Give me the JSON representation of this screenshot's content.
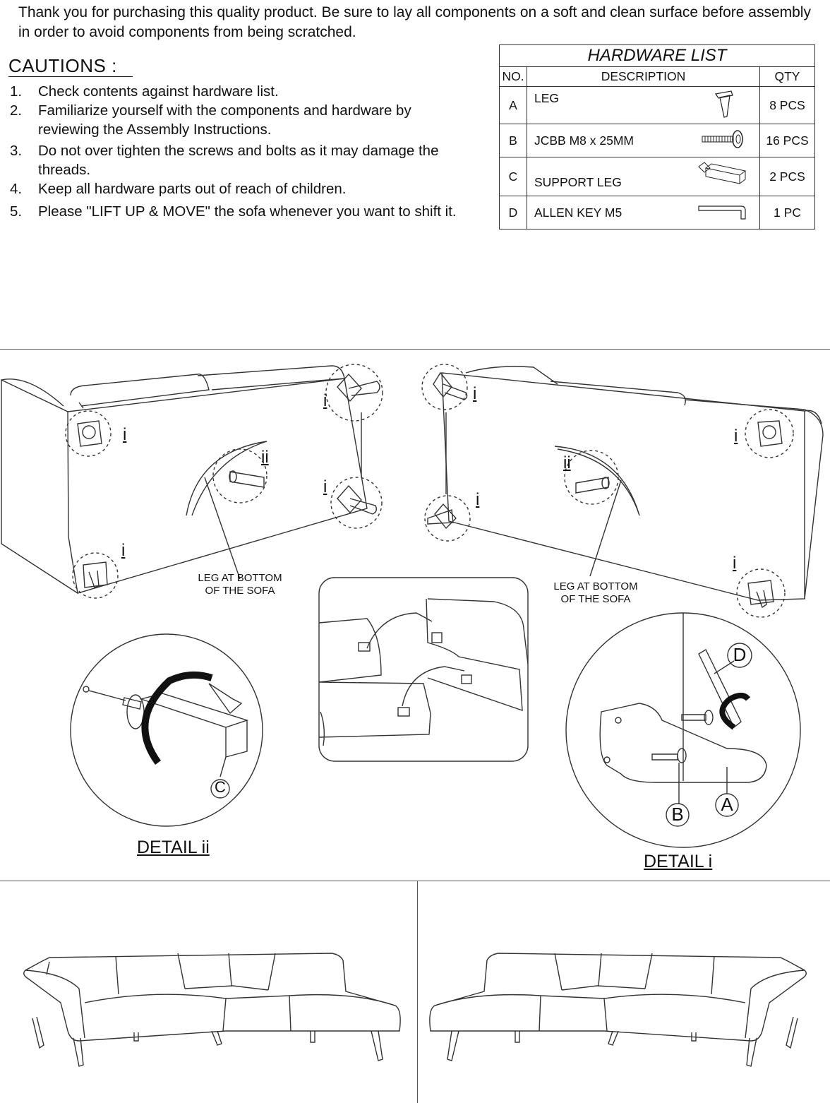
{
  "intro": "Thank you for purchasing this quality product. Be sure to lay all components on a soft and clean surface before assembly in order to avoid components from being scratched.",
  "cautions": {
    "title": "CAUTIONS  :",
    "items": [
      {
        "num": "1.",
        "text": "Check contents against hardware list."
      },
      {
        "num": "2.",
        "text": "Familiarize yourself with the components and hardware by reviewing the Assembly Instructions."
      },
      {
        "num": "3.",
        "text": "Do not over tighten the screws and bolts as it may damage the threads."
      },
      {
        "num": "4.",
        "text": "Keep all hardware parts out of  reach of children."
      },
      {
        "num": "5.",
        "text": "Please \"LIFT UP & MOVE\" the sofa  whenever you want to shift it."
      }
    ]
  },
  "hardware": {
    "title": "HARDWARE LIST",
    "headers": {
      "no": "NO.",
      "description": "DESCRIPTION",
      "qty": "QTY"
    },
    "rows": [
      {
        "no": "A",
        "description": "LEG",
        "qty": "8 PCS",
        "icon": "leg-icon"
      },
      {
        "no": "B",
        "description": "JCBB M8 x 25MM",
        "qty": "16 PCS",
        "icon": "bolt-icon"
      },
      {
        "no": "C",
        "description": "SUPPORT LEG",
        "qty": "2 PCS",
        "icon": "support-leg-icon"
      },
      {
        "no": "D",
        "description": "ALLEN KEY M5",
        "qty": "1 PC",
        "icon": "allen-key-icon"
      }
    ]
  },
  "diagram": {
    "leg_label_left": "LEG AT BOTTOM\nOF THE SOFA",
    "leg_label_right": "LEG AT BOTTOM\nOF THE SOFA",
    "detail_i": "DETAIL i",
    "detail_ii": "DETAIL ii",
    "mark_i": "i",
    "mark_ii": "ii",
    "part_a": "A",
    "part_b": "B",
    "part_c": "C",
    "part_d": "D"
  }
}
